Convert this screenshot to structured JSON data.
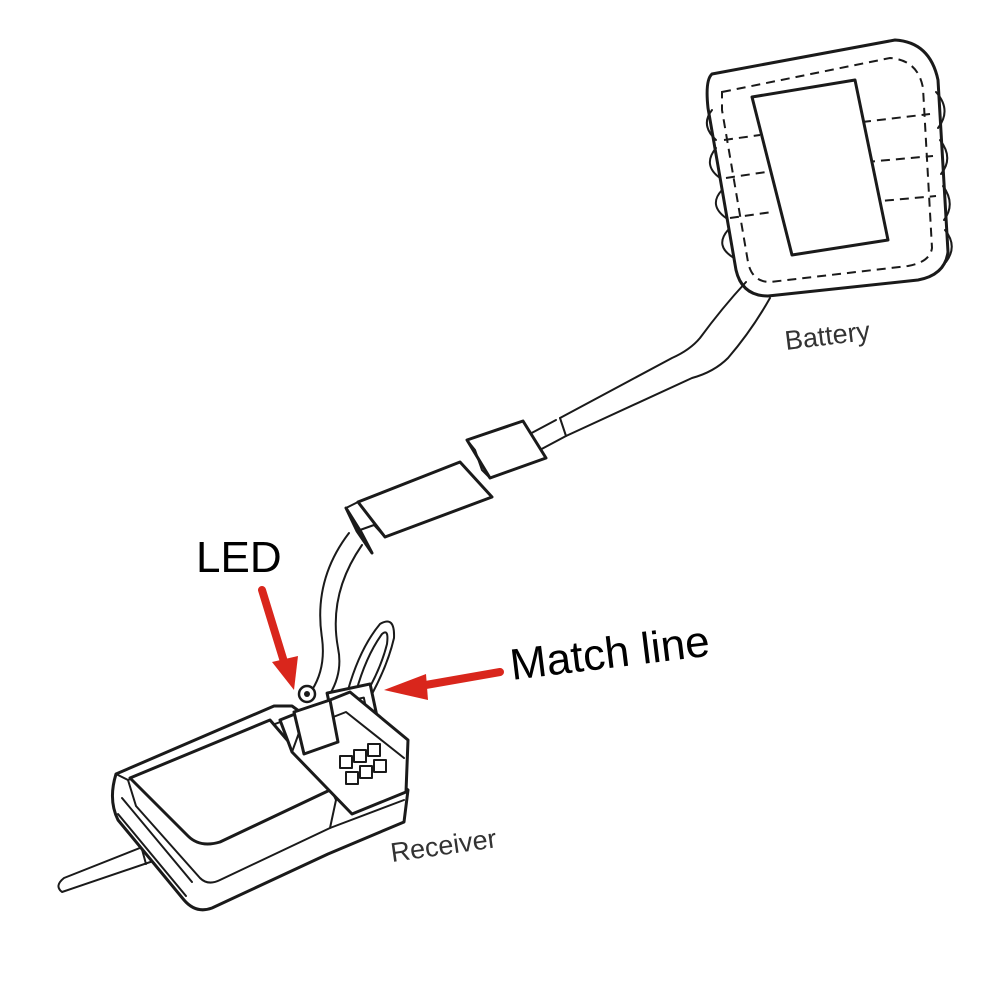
{
  "labels": {
    "battery": "Battery",
    "receiver": "Receiver",
    "led": "LED",
    "match_line": "Match line"
  },
  "colors": {
    "arrow": "#d9261c",
    "ink": "#1a1a1a",
    "background": "#ffffff"
  }
}
